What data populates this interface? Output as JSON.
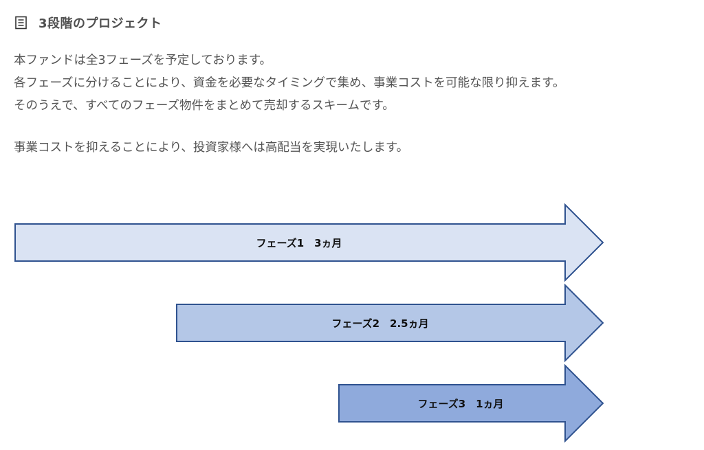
{
  "heading": {
    "icon": "document-list-icon",
    "title": "3段階のプロジェクト"
  },
  "body": {
    "lines": [
      "本ファンドは全3フェーズを予定しております。",
      "各フェーズに分けることにより、資金を必要なタイミングで集め、事業コストを可能な限り抑えます。",
      "そのうえで、すべてのフェーズ物件をまとめて売却するスキームです。"
    ],
    "paragraph2": "事業コストを抑えることにより、投資家様へは高配当を実現いたします。"
  },
  "phases": [
    {
      "label": "フェーズ1　3ヵ月",
      "fill": "#dae3f3",
      "stroke": "#2f528f"
    },
    {
      "label": "フェーズ2　2.5ヵ月",
      "fill": "#b4c7e7",
      "stroke": "#2f528f"
    },
    {
      "label": "フェーズ3　1ヵ月",
      "fill": "#8faadc",
      "stroke": "#2f528f"
    }
  ]
}
